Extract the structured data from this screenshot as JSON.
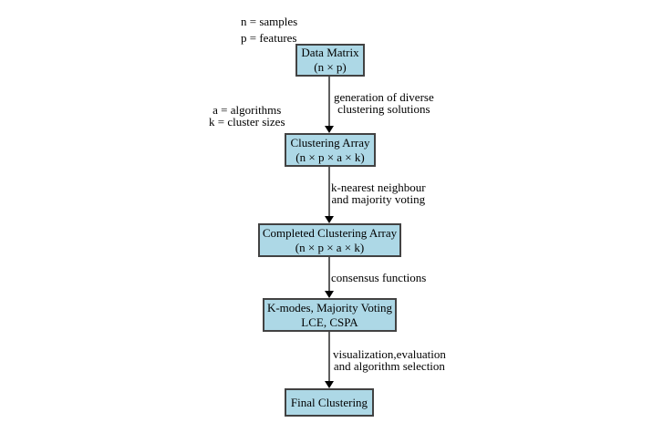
{
  "diagram": {
    "type": "flowchart",
    "background": "#ffffff",
    "colors": {
      "node_fill": "#add8e6",
      "node_border": "#424242",
      "connector_line": "#5f5f5f",
      "arrowhead": "#000000",
      "text": "#000000"
    },
    "annotations": {
      "samples_features": {
        "line1": "n = samples",
        "line2": "p = features"
      },
      "algorithms_clusters": {
        "line1": "a = algorithms",
        "line2": "k = cluster sizes"
      }
    },
    "nodes": [
      {
        "id": "data-matrix",
        "line1": "Data Matrix",
        "line2": "(n × p)"
      },
      {
        "id": "clustering-array",
        "line1": "Clustering Array",
        "line2": "(n × p × a × k)"
      },
      {
        "id": "completed-clustering-array",
        "line1": "Completed Clustering Array",
        "line2": "(n × p × a × k)"
      },
      {
        "id": "consensus-methods",
        "line1": "K-modes, Majority Voting",
        "line2": "LCE, CSPA"
      },
      {
        "id": "final-clustering",
        "line1": "Final Clustering"
      }
    ],
    "edges": [
      {
        "from": "data-matrix",
        "to": "clustering-array",
        "label_line1": "generation of diverse",
        "label_line2": "clustering solutions"
      },
      {
        "from": "clustering-array",
        "to": "completed-clustering-array",
        "label_line1": "k-nearest neighbour",
        "label_line2": "and majority voting"
      },
      {
        "from": "completed-clustering-array",
        "to": "consensus-methods",
        "label_line1": "consensus functions"
      },
      {
        "from": "consensus-methods",
        "to": "final-clustering",
        "label_line1": "visualization,evaluation",
        "label_line2": "and algorithm selection"
      }
    ]
  }
}
